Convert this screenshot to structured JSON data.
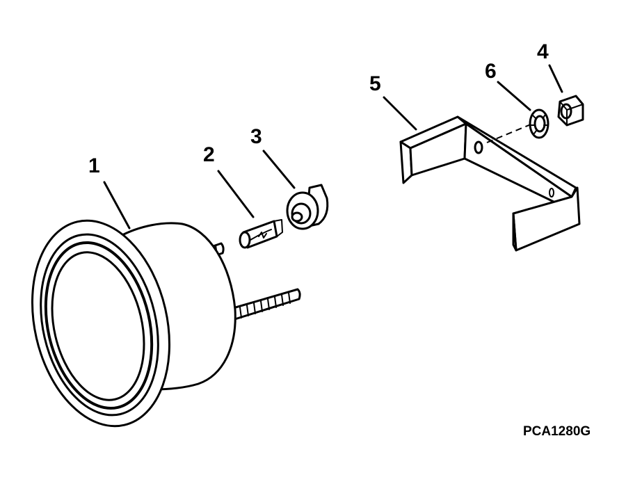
{
  "diagram": {
    "parts": [
      {
        "label": "1",
        "icon": "gauge-icon"
      },
      {
        "label": "2",
        "icon": "bulb-icon"
      },
      {
        "label": "3",
        "icon": "lamp-socket-icon"
      },
      {
        "label": "4",
        "icon": "nut-icon"
      },
      {
        "label": "5",
        "icon": "bracket-icon"
      },
      {
        "label": "6",
        "icon": "washer-icon"
      }
    ],
    "code": "PCA1280G"
  }
}
